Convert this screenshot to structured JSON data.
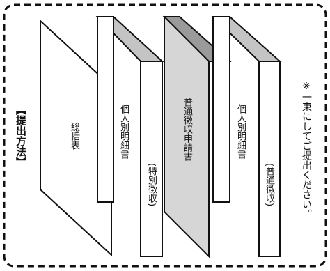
{
  "title": "【提出方法】",
  "documents": [
    {
      "label": "総括表",
      "sublabel": ""
    },
    {
      "label": "個人別明細書",
      "sublabel": "(特別徴収)"
    },
    {
      "label": "普通徴収申請書",
      "sublabel": ""
    },
    {
      "label": "個人別明細書",
      "sublabel": "(普通徴収)"
    }
  ],
  "note": "※一束にしてご提出ください。",
  "colors": {
    "stroke": "#111111",
    "paper": "#ffffff",
    "shaded_face": "#d6d6d6",
    "shaded_edge": "#9a9a9a",
    "edge": "#c4c4c4"
  }
}
